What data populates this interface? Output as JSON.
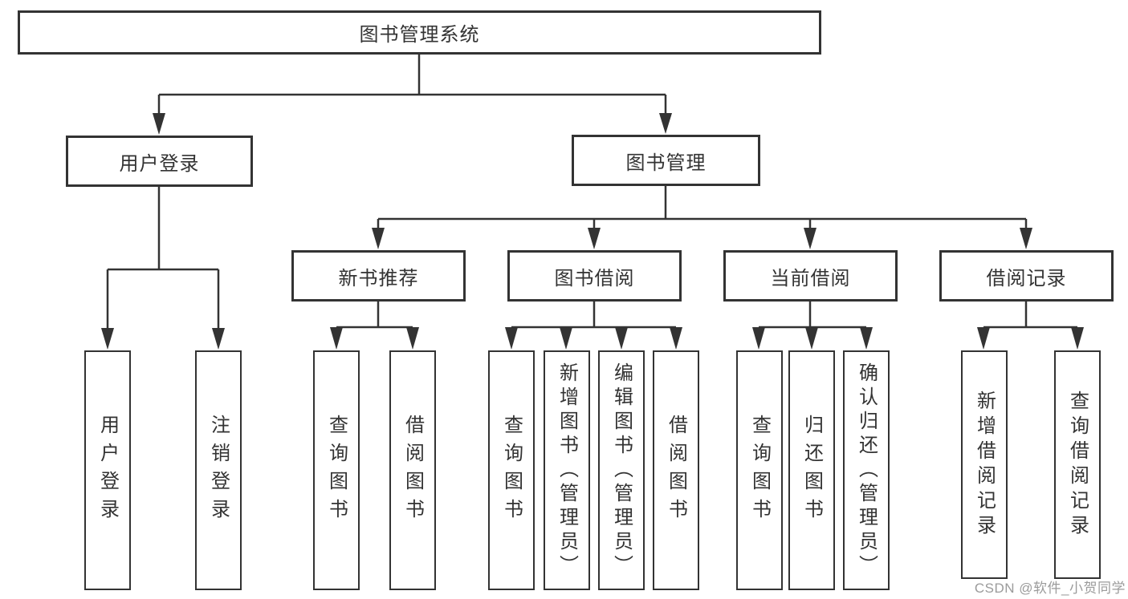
{
  "colors": {
    "line": "#333333",
    "text": "#333333",
    "background": "#ffffff",
    "watermark": "#9b9b9b"
  },
  "root": {
    "label": "图书管理系统"
  },
  "level2": {
    "user_login": {
      "label": "用户登录"
    },
    "book_mgmt": {
      "label": "图书管理"
    }
  },
  "level3": {
    "new_books": {
      "label": "新书推荐"
    },
    "book_borrow": {
      "label": "图书借阅"
    },
    "current_borrow": {
      "label": "当前借阅"
    },
    "borrow_records": {
      "label": "借阅记录"
    }
  },
  "level4": {
    "user_login_children": [
      {
        "label": "用户登录"
      },
      {
        "label": "注销登录"
      }
    ],
    "new_books_children": [
      {
        "label": "查询图书"
      },
      {
        "label": "借阅图书"
      }
    ],
    "book_borrow_children": [
      {
        "label": "查询图书"
      },
      {
        "label": "新增图书（管理员）"
      },
      {
        "label": "编辑图书（管理员）"
      },
      {
        "label": "借阅图书"
      }
    ],
    "current_borrow_children": [
      {
        "label": "查询图书"
      },
      {
        "label": "归还图书"
      },
      {
        "label": "确认归还（管理员）"
      }
    ],
    "borrow_records_children": [
      {
        "label": "新增借阅记录"
      },
      {
        "label": "查询借阅记录"
      }
    ]
  },
  "watermark": {
    "text": "CSDN @软件_小贺同学"
  }
}
